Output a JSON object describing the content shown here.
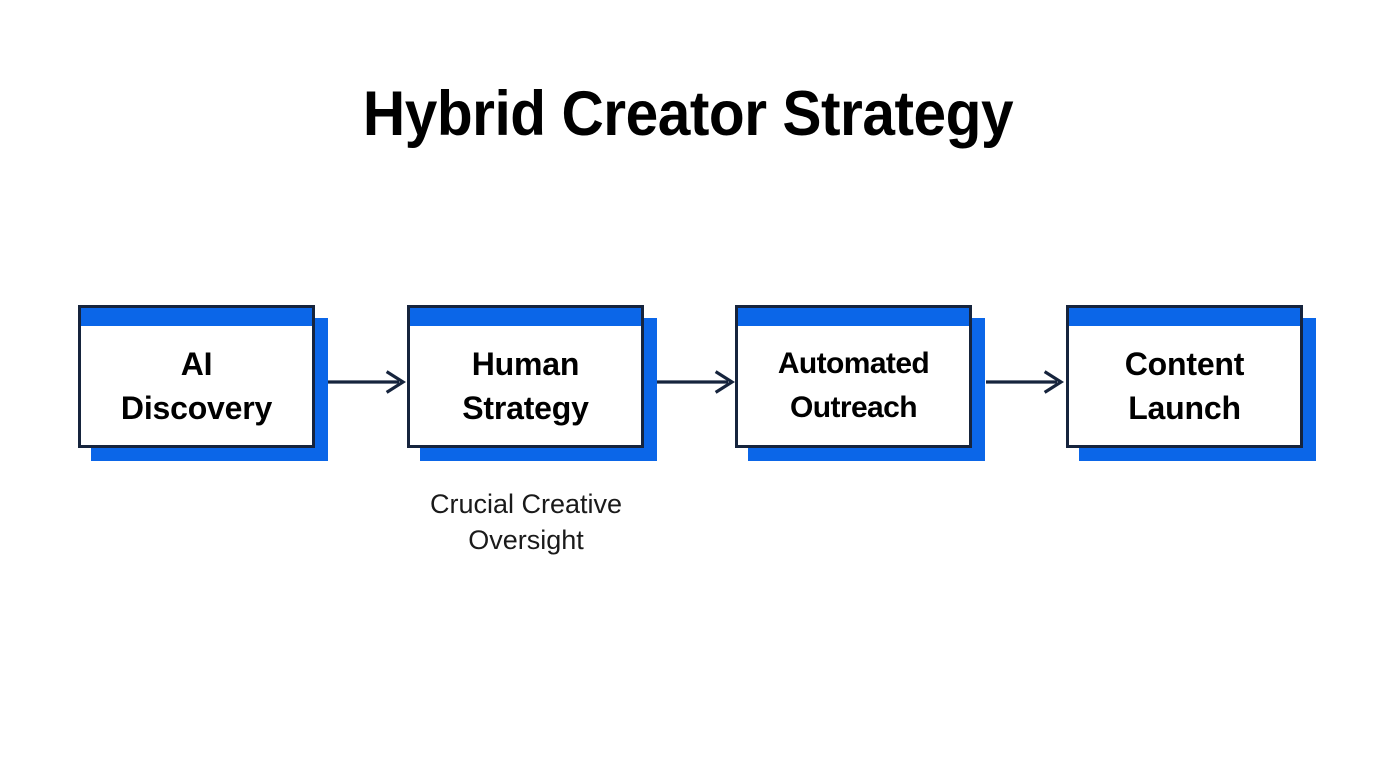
{
  "slide": {
    "title": "Hybrid Creator Strategy",
    "background_color": "#ffffff"
  },
  "theme": {
    "accent_blue": "#0b66e8",
    "border_navy": "#16243d",
    "text_black": "#000000",
    "caption_gray": "#1a1a1a"
  },
  "flow": {
    "nodes": [
      {
        "id": "ai-discovery",
        "label": "AI\nDiscovery",
        "order": 1
      },
      {
        "id": "human-strategy",
        "label": "Human\nStrategy",
        "order": 2
      },
      {
        "id": "automated-outreach",
        "label": "Automated\nOutreach",
        "order": 3
      },
      {
        "id": "content-launch",
        "label": "Content\nLaunch",
        "order": 4
      }
    ],
    "connectors": [
      {
        "from": "ai-discovery",
        "to": "human-strategy",
        "style": "arrow-right"
      },
      {
        "from": "human-strategy",
        "to": "automated-outreach",
        "style": "arrow-right"
      },
      {
        "from": "automated-outreach",
        "to": "content-launch",
        "style": "arrow-right"
      }
    ],
    "annotations": [
      {
        "id": "human-strategy-note",
        "attached_to": "human-strategy",
        "text": "Crucial Creative\nOversight"
      }
    ]
  }
}
